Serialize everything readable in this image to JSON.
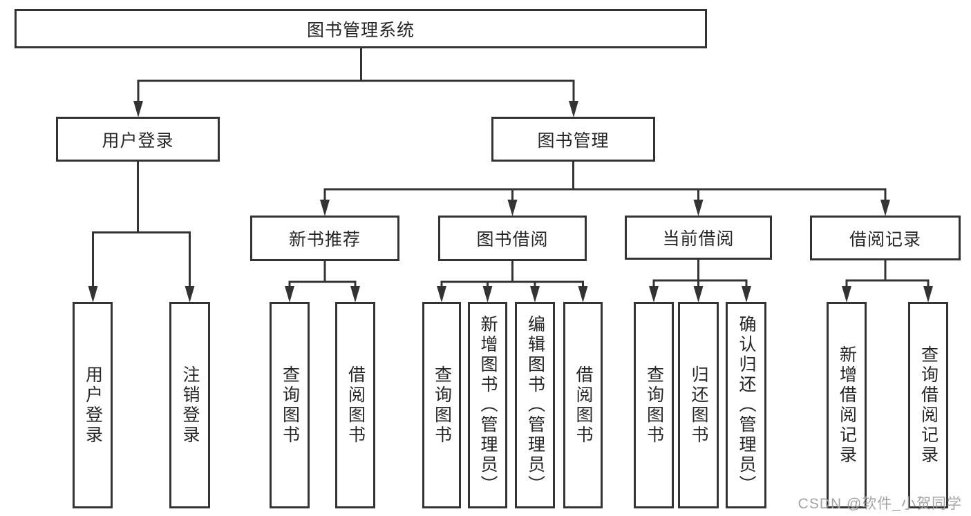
{
  "diagram": {
    "type": "hierarchy-tree",
    "title": "图书管理系统",
    "watermark": "CSDN @软件_小贺同学",
    "colors": {
      "line": "#333333",
      "box_border": "#333333",
      "box_fill": "#ffffff",
      "text": "#262626",
      "watermark": "#9e9e9e",
      "background": "#ffffff"
    },
    "nodes": {
      "root": {
        "label": "图书管理系统",
        "level": 1
      },
      "user_login": {
        "label": "用户登录",
        "level": 2,
        "parent": "root"
      },
      "book_management": {
        "label": "图书管理",
        "level": 2,
        "parent": "root"
      },
      "new_book_recommend": {
        "label": "新书推荐",
        "level": 3,
        "parent": "book_management"
      },
      "book_borrow": {
        "label": "图书借阅",
        "level": 3,
        "parent": "book_management"
      },
      "current_borrow": {
        "label": "当前借阅",
        "level": 3,
        "parent": "book_management"
      },
      "borrow_records": {
        "label": "借阅记录",
        "level": 3,
        "parent": "book_management"
      },
      "leaf_user_login": {
        "label": "用户登录",
        "level": 4,
        "parent": "user_login"
      },
      "leaf_logout": {
        "label": "注销登录",
        "level": 4,
        "parent": "user_login"
      },
      "leaf_rec_query": {
        "label": "查询图书",
        "level": 4,
        "parent": "new_book_recommend"
      },
      "leaf_rec_borrow": {
        "label": "借阅图书",
        "level": 4,
        "parent": "new_book_recommend"
      },
      "leaf_bor_query": {
        "label": "查询图书",
        "level": 4,
        "parent": "book_borrow"
      },
      "leaf_bor_add": {
        "label": "新增图书（管理员）",
        "level": 4,
        "parent": "book_borrow"
      },
      "leaf_bor_edit": {
        "label": "编辑图书（管理员）",
        "level": 4,
        "parent": "book_borrow"
      },
      "leaf_bor_borrow": {
        "label": "借阅图书",
        "level": 4,
        "parent": "book_borrow"
      },
      "leaf_cur_query": {
        "label": "查询图书",
        "level": 4,
        "parent": "current_borrow"
      },
      "leaf_cur_return": {
        "label": "归还图书",
        "level": 4,
        "parent": "current_borrow"
      },
      "leaf_cur_confirm": {
        "label": "确认归还（管理员）",
        "level": 4,
        "parent": "current_borrow"
      },
      "leaf_hist_add": {
        "label": "新增借阅记录",
        "level": 4,
        "parent": "borrow_records"
      },
      "leaf_hist_query": {
        "label": "查询借阅记录",
        "level": 4,
        "parent": "borrow_records"
      }
    }
  }
}
